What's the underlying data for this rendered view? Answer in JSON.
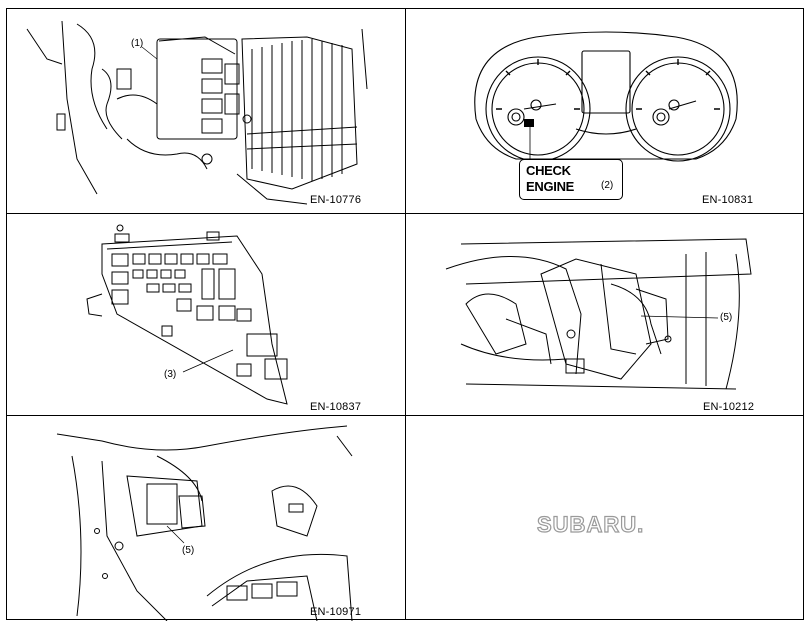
{
  "panels": [
    {
      "code": "EN-10776",
      "callouts": [
        "(1)"
      ]
    },
    {
      "code": "EN-10831",
      "callouts": [
        "(2)"
      ],
      "warning_lines": [
        "CHECK",
        "ENGINE"
      ]
    },
    {
      "code": "EN-10837",
      "callouts": [
        "(3)"
      ]
    },
    {
      "code": "EN-10212",
      "callouts": [
        "(5)"
      ]
    },
    {
      "code": "EN-10971",
      "callouts": [
        "(5)"
      ]
    }
  ],
  "logo": {
    "text": "SUBARU."
  }
}
